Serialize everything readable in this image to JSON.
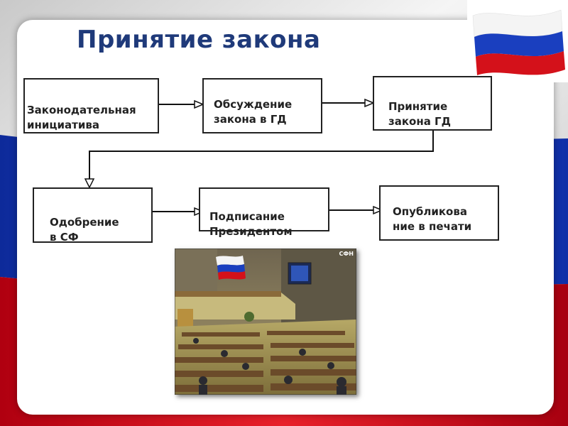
{
  "title": "Принятие закона",
  "colors": {
    "flag_white": "#f2f2f2",
    "flag_blue": "#1a3fbf",
    "flag_red": "#d4111a",
    "title": "#1f3a7a"
  },
  "steps": [
    {
      "label": "Законодательная\nинициатива"
    },
    {
      "label": "Обсуждение\nзакона в ГД"
    },
    {
      "label": "Принятие\nзакона ГД"
    },
    {
      "label": "Одобрение\nв СФ"
    },
    {
      "label": "Подписание\nПрезидентом"
    },
    {
      "label": "Опубликова\nние в печати"
    }
  ],
  "photo": {
    "badge": "СФН"
  }
}
